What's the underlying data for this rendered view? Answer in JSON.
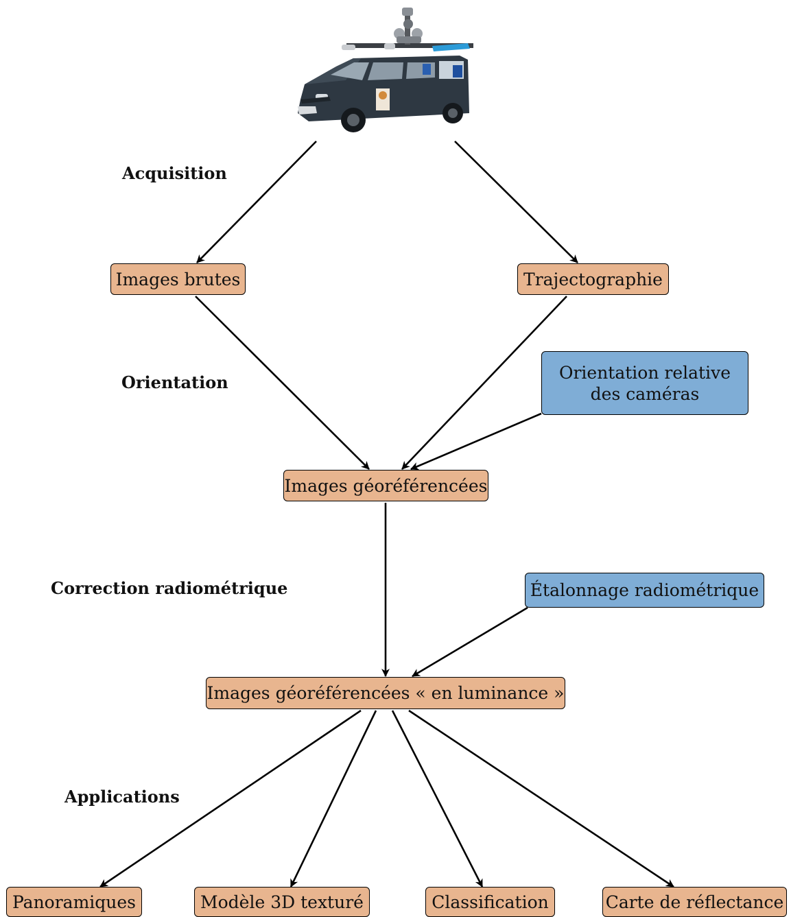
{
  "colors": {
    "orange": "#e8b58f",
    "blue": "#7fadd6",
    "arrow": "#000000"
  },
  "vehicle": {
    "icon": "survey-van-icon"
  },
  "stages": {
    "acquisition": "Acquisition",
    "orientation": "Orientation",
    "correction": "Correction radiométrique",
    "applications": "Applications"
  },
  "nodes": {
    "images_brutes": "Images brutes",
    "trajectographie": "Trajectographie",
    "orientation_relative": [
      "Orientation relative",
      "des caméras"
    ],
    "images_georef": "Images géoréférencées",
    "etalonnage": "Étalonnage radiométrique",
    "images_luminance": "Images géoréférencées « en luminance »",
    "panoramiques": "Panoramiques",
    "modele_3d": "Modèle 3D texturé",
    "classification": "Classification",
    "carte_reflectance": "Carte de réflectance"
  }
}
